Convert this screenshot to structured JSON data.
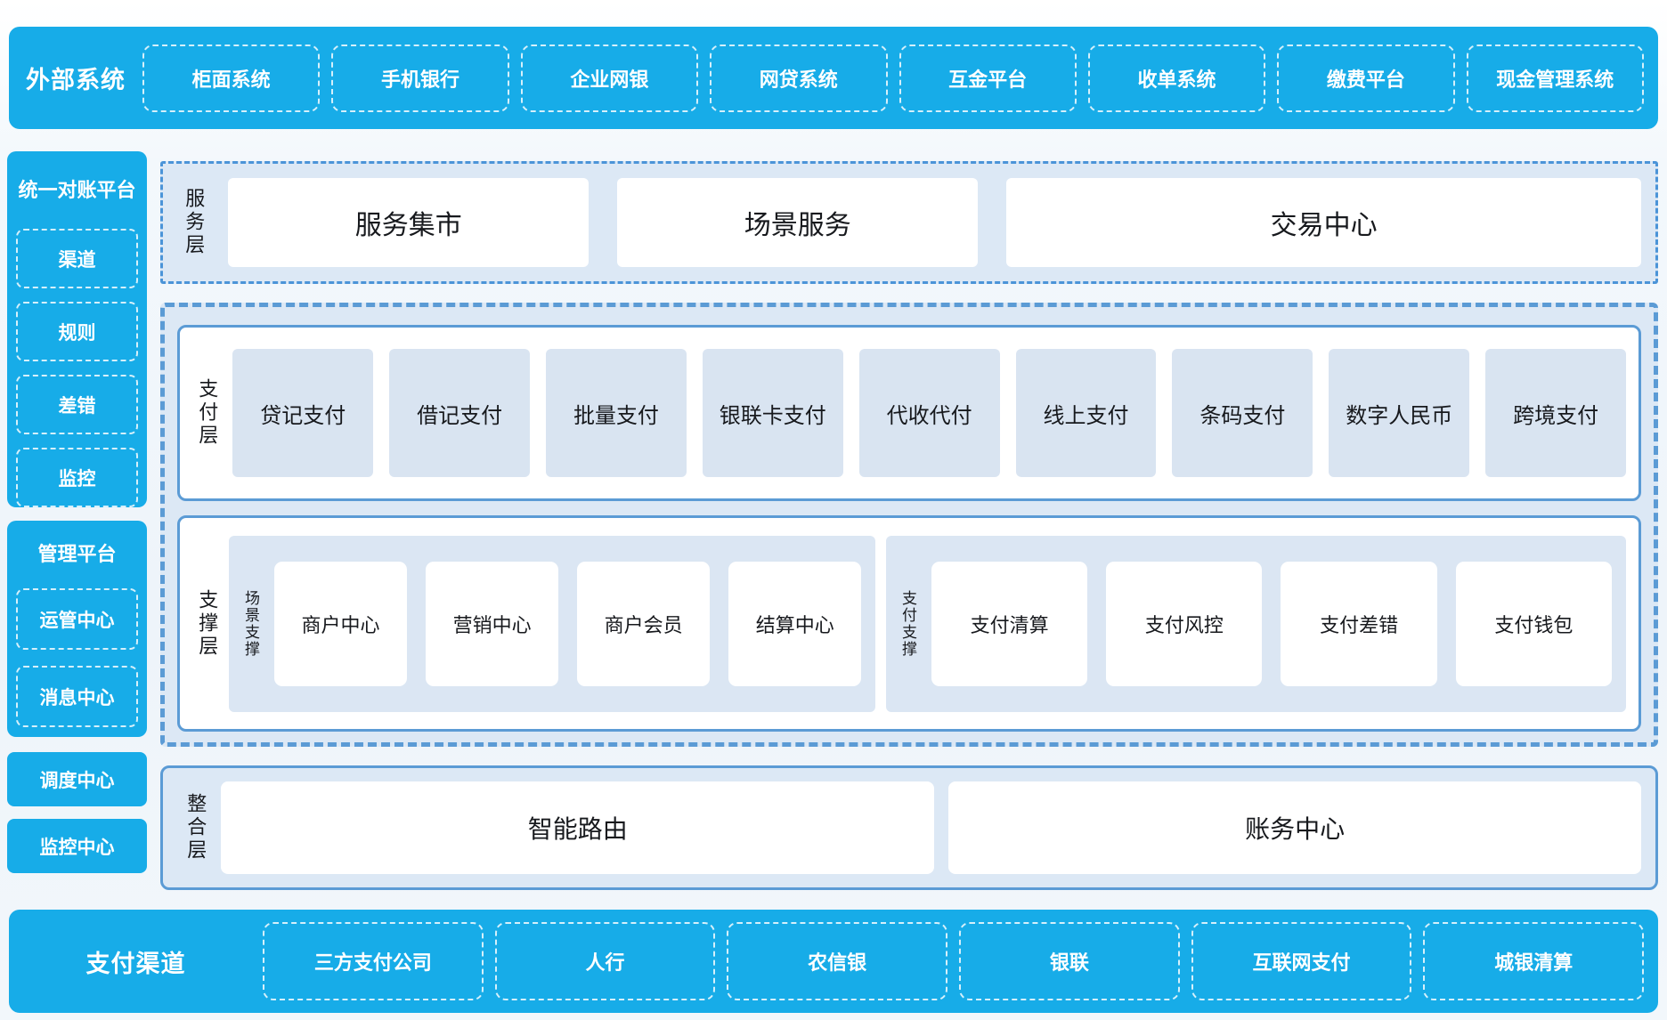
{
  "colors": {
    "primary_blue": "#17ACE8",
    "panel_blue": "#DCE8F5",
    "tile_blue": "#D9E4F1",
    "border_blue": "#5B9BD5",
    "dashdot_blue": "#4B94D8",
    "text_dark": "#17191D",
    "text_white": "#FFFFFF"
  },
  "top_bar": {
    "title": "外部系统",
    "items": [
      "柜面系统",
      "手机银行",
      "企业网银",
      "网贷系统",
      "互金平台",
      "收单系统",
      "缴费平台",
      "现金管理系统"
    ]
  },
  "sidebar": {
    "reconciliation": {
      "title": "统一对账平台",
      "items": [
        "渠道",
        "规则",
        "差错",
        "监控"
      ]
    },
    "management": {
      "title": "管理平台",
      "items": [
        "运管中心",
        "消息中心"
      ]
    },
    "dispatch_center": "调度中心",
    "monitor_center": "监控中心"
  },
  "service_layer": {
    "label": "服务层",
    "items": [
      "服务集市",
      "场景服务",
      "交易中心"
    ]
  },
  "payment_layer": {
    "label": "支付层",
    "items": [
      "贷记支付",
      "借记支付",
      "批量支付",
      "银联卡支付",
      "代收代付",
      "线上支付",
      "条码支付",
      "数字人民币",
      "跨境支付"
    ]
  },
  "support_layer": {
    "label": "支撑层",
    "groups": [
      {
        "label": "场景支撑",
        "items": [
          "商户中心",
          "营销中心",
          "商户会员",
          "结算中心"
        ]
      },
      {
        "label": "支付支撑",
        "items": [
          "支付清算",
          "支付风控",
          "支付差错",
          "支付钱包"
        ]
      }
    ]
  },
  "integration_layer": {
    "label": "整合层",
    "items": [
      "智能路由",
      "账务中心"
    ]
  },
  "bottom_bar": {
    "title": "支付渠道",
    "items": [
      "三方支付公司",
      "人行",
      "农信银",
      "银联",
      "互联网支付",
      "城银清算"
    ]
  }
}
